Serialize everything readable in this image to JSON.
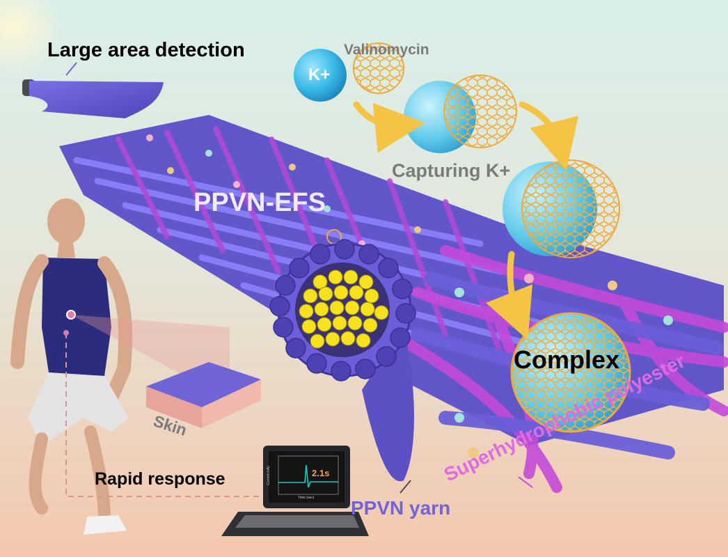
{
  "labels": {
    "large_area": "Large area detection",
    "valinomycin": "Valinomycin",
    "k_ion": "K+",
    "capturing": "Capturing K+",
    "ppvn_efs": "PPVN-EFS",
    "complex": "Complex",
    "skin": "Skin",
    "rapid_response": "Rapid response",
    "ppvn_yarn": "PPVN yarn",
    "superhydrophobic": "Superhydrophobic polyester"
  },
  "laptop_plot": {
    "time_label": "2.1s",
    "ylabel": "Current (nA)",
    "xlabel": "Time (sec)"
  },
  "colors": {
    "background_top": "#d9efe9",
    "background_bottom": "#f4c7ad",
    "fabric_blue": "#6a5fd8",
    "polyester_pink": "#c44ad9",
    "yarn_core_yellow": "#f5e11c",
    "ion_cyan": "#39b9e6",
    "cage_orange": "#f0a93a",
    "label_gray": "#7b7b7b",
    "label_purple": "#7064d6",
    "label_pink": "#e06be0",
    "arrow_yellow": "#f6c445",
    "trace_cyan": "#18c9c2"
  },
  "icons": [
    "person-figure",
    "laptop",
    "k-ion-sphere",
    "valinomycin-cage",
    "complex-sphere",
    "skin-patch",
    "yarn-cross-section"
  ]
}
